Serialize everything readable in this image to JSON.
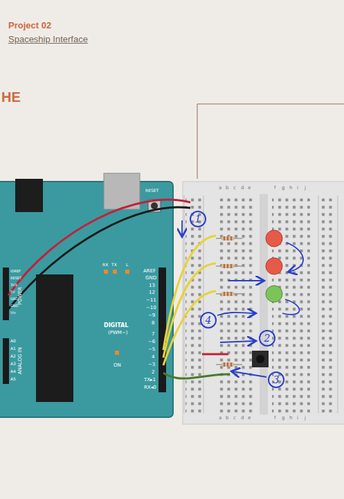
{
  "diagram": {
    "nodes": [
      {
        "text": [
          "1"
        ]
      },
      {
        "text": [
          "4"
        ]
      },
      {
        "text": [
          "2"
        ]
      },
      {
        "text": [
          "3"
        ]
      }
    ],
    "labels": [
      "Project 02",
      "Spaceship Interface",
      "HE",
      "RESET",
      "RX",
      "TX",
      "L",
      "AREF",
      "GND",
      "13",
      "12",
      "~11",
      "~10",
      "~9",
      "8",
      "7",
      "~6",
      "~5",
      "4",
      "~3",
      "2",
      "TX▸1",
      "RX◂0",
      "DIGITAL",
      "(PWM~)",
      "ON",
      "POWER",
      "ANALOG IN",
      "A0",
      "A1",
      "A2",
      "A3",
      "A4",
      "A5",
      "IOREF",
      "RESET",
      "3V3",
      "5V",
      "GND",
      "GND",
      "Vin",
      "a",
      "b",
      "c",
      "d",
      "e",
      "f",
      "g",
      "h",
      "i",
      "j",
      "a",
      "b",
      "c",
      "d",
      "e",
      "f",
      "g",
      "h",
      "i",
      "j"
    ]
  }
}
